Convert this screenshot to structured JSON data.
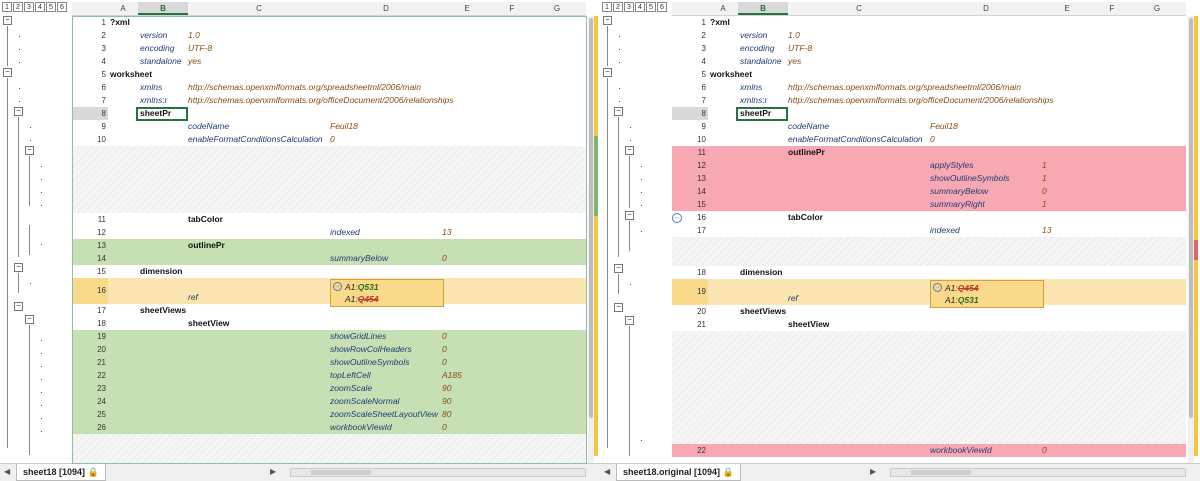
{
  "levels": [
    "1",
    "2",
    "3",
    "4",
    "5",
    "6"
  ],
  "columns": [
    "A",
    "B",
    "C",
    "D",
    "E",
    "F",
    "G"
  ],
  "left": {
    "tab_label": "sheet18 [1094]",
    "rows": [
      {
        "n": "1",
        "c": [
          [
            "k",
            "?xml",
            0
          ]
        ]
      },
      {
        "n": "2",
        "c": [
          [
            "a",
            "version",
            1
          ],
          [
            "v",
            "1.0",
            2
          ]
        ]
      },
      {
        "n": "3",
        "c": [
          [
            "a",
            "encoding",
            1
          ],
          [
            "v",
            "UTF-8",
            2
          ]
        ]
      },
      {
        "n": "4",
        "c": [
          [
            "a",
            "standalone",
            1
          ],
          [
            "v",
            "yes",
            2
          ]
        ]
      },
      {
        "n": "5",
        "c": [
          [
            "k",
            "worksheet",
            0
          ]
        ]
      },
      {
        "n": "6",
        "c": [
          [
            "a",
            "xmlns",
            1
          ],
          [
            "v",
            "http://schemas.openxmlformats.org/spreadsheetml/2006/main",
            2
          ]
        ]
      },
      {
        "n": "7",
        "c": [
          [
            "a",
            "xmlns:r",
            1
          ],
          [
            "v",
            "http://schemas.openxmlformats.org/officeDocument/2006/relationships",
            2
          ]
        ]
      },
      {
        "n": "8",
        "c": [
          [
            "k",
            "sheetPr",
            1
          ]
        ],
        "sel": true
      },
      {
        "n": "9",
        "c": [
          [
            "a",
            "codeName",
            2
          ],
          [
            "v",
            "Feuil18",
            3
          ]
        ]
      },
      {
        "n": "10",
        "c": [
          [
            "a",
            "enableFormatConditionsCalculation",
            2
          ],
          [
            "v",
            "0",
            3
          ]
        ]
      },
      {
        "n": "11",
        "c": [
          [
            "k",
            "tabColor",
            2
          ]
        ]
      },
      {
        "n": "12",
        "c": [
          [
            "a",
            "indexed",
            3
          ],
          [
            "v",
            "13",
            4
          ]
        ]
      },
      {
        "n": "13",
        "c": [
          [
            "k",
            "outlinePr",
            2
          ]
        ],
        "hl": "green"
      },
      {
        "n": "14",
        "c": [
          [
            "a",
            "summaryBelow",
            3
          ],
          [
            "v",
            "0",
            4
          ]
        ],
        "hl": "green"
      },
      {
        "n": "15",
        "c": [
          [
            "k",
            "dimension",
            1
          ]
        ]
      },
      {
        "n": "16",
        "c": [
          [
            "a",
            "ref",
            2
          ]
        ],
        "hl": "amber"
      },
      {
        "n": "17",
        "c": [
          [
            "k",
            "sheetViews",
            1
          ]
        ]
      },
      {
        "n": "18",
        "c": [
          [
            "k",
            "sheetView",
            2
          ]
        ]
      },
      {
        "n": "19",
        "c": [
          [
            "a",
            "showGridLines",
            3
          ],
          [
            "v",
            "0",
            4
          ]
        ],
        "hl": "green"
      },
      {
        "n": "20",
        "c": [
          [
            "a",
            "showRowColHeaders",
            3
          ],
          [
            "v",
            "0",
            4
          ]
        ],
        "hl": "green"
      },
      {
        "n": "21",
        "c": [
          [
            "a",
            "showOutlineSymbols",
            3
          ],
          [
            "v",
            "0",
            4
          ]
        ],
        "hl": "green"
      },
      {
        "n": "22",
        "c": [
          [
            "a",
            "topLeftCell",
            3
          ],
          [
            "v",
            "A185",
            4
          ]
        ],
        "hl": "green"
      },
      {
        "n": "23",
        "c": [
          [
            "a",
            "zoomScale",
            3
          ],
          [
            "v",
            "90",
            4
          ]
        ],
        "hl": "green"
      },
      {
        "n": "24",
        "c": [
          [
            "a",
            "zoomScaleNormal",
            3
          ],
          [
            "v",
            "90",
            4
          ]
        ],
        "hl": "green"
      },
      {
        "n": "25",
        "c": [
          [
            "a",
            "zoomScaleSheetLayoutView",
            3
          ],
          [
            "v",
            "80",
            4
          ]
        ],
        "hl": "green"
      },
      {
        "n": "26",
        "c": [
          [
            "a",
            "workbookViewId",
            3
          ],
          [
            "v",
            "0",
            4
          ]
        ],
        "hl": "green"
      }
    ],
    "diff": {
      "prefix1": "A1:",
      "value1": "Q531",
      "prefix2": "A1:",
      "value2": "Q454"
    }
  },
  "right": {
    "tab_label": "sheet18.original [1094]",
    "rows": [
      {
        "n": "1",
        "c": [
          [
            "k",
            "?xml",
            0
          ]
        ]
      },
      {
        "n": "2",
        "c": [
          [
            "a",
            "version",
            1
          ],
          [
            "v",
            "1.0",
            2
          ]
        ]
      },
      {
        "n": "3",
        "c": [
          [
            "a",
            "encoding",
            1
          ],
          [
            "v",
            "UTF-8",
            2
          ]
        ]
      },
      {
        "n": "4",
        "c": [
          [
            "a",
            "standalone",
            1
          ],
          [
            "v",
            "yes",
            2
          ]
        ]
      },
      {
        "n": "5",
        "c": [
          [
            "k",
            "worksheet",
            0
          ]
        ]
      },
      {
        "n": "6",
        "c": [
          [
            "a",
            "xmlns",
            1
          ],
          [
            "v",
            "http://schemas.openxmlformats.org/spreadsheetml/2006/main",
            2
          ]
        ]
      },
      {
        "n": "7",
        "c": [
          [
            "a",
            "xmlns:r",
            1
          ],
          [
            "v",
            "http://schemas.openxmlformats.org/officeDocument/2006/relationships",
            2
          ]
        ]
      },
      {
        "n": "8",
        "c": [
          [
            "k",
            "sheetPr",
            1
          ]
        ],
        "sel": true
      },
      {
        "n": "9",
        "c": [
          [
            "a",
            "codeName",
            2
          ],
          [
            "v",
            "Feuil18",
            3
          ]
        ]
      },
      {
        "n": "10",
        "c": [
          [
            "a",
            "enableFormatConditionsCalculation",
            2
          ],
          [
            "v",
            "0",
            3
          ]
        ]
      },
      {
        "n": "11",
        "c": [
          [
            "k",
            "outlinePr",
            2
          ]
        ],
        "hl": "red"
      },
      {
        "n": "12",
        "c": [
          [
            "a",
            "applyStyles",
            3
          ],
          [
            "v",
            "1",
            4
          ]
        ],
        "hl": "red"
      },
      {
        "n": "13",
        "c": [
          [
            "a",
            "showOutlineSymbols",
            3
          ],
          [
            "v",
            "1",
            4
          ]
        ],
        "hl": "red"
      },
      {
        "n": "14",
        "c": [
          [
            "a",
            "summaryBelow",
            3
          ],
          [
            "v",
            "0",
            4
          ]
        ],
        "hl": "red"
      },
      {
        "n": "15",
        "c": [
          [
            "a",
            "summaryRight",
            3
          ],
          [
            "v",
            "1",
            4
          ]
        ],
        "hl": "red"
      },
      {
        "n": "16",
        "c": [
          [
            "k",
            "tabColor",
            2
          ]
        ]
      },
      {
        "n": "17",
        "c": [
          [
            "a",
            "indexed",
            3
          ],
          [
            "v",
            "13",
            4
          ]
        ]
      },
      {
        "n": "18",
        "c": [
          [
            "k",
            "dimension",
            1
          ]
        ]
      },
      {
        "n": "19",
        "c": [
          [
            "a",
            "ref",
            2
          ]
        ],
        "hl": "amber"
      },
      {
        "n": "20",
        "c": [
          [
            "k",
            "sheetViews",
            1
          ]
        ]
      },
      {
        "n": "21",
        "c": [
          [
            "k",
            "sheetView",
            2
          ]
        ]
      },
      {
        "n": "22",
        "c": [
          [
            "a",
            "workbookViewId",
            3
          ],
          [
            "v",
            "0",
            4
          ]
        ],
        "hl": "red"
      }
    ],
    "diff": {
      "prefix1": "A1:",
      "value1": "Q454",
      "prefix2": "A1:",
      "value2": "Q531"
    }
  },
  "colors": {
    "added": "#c6e0b4",
    "removed": "#f7a8b2",
    "changed": "#f9d98a",
    "accent": "#217346"
  }
}
